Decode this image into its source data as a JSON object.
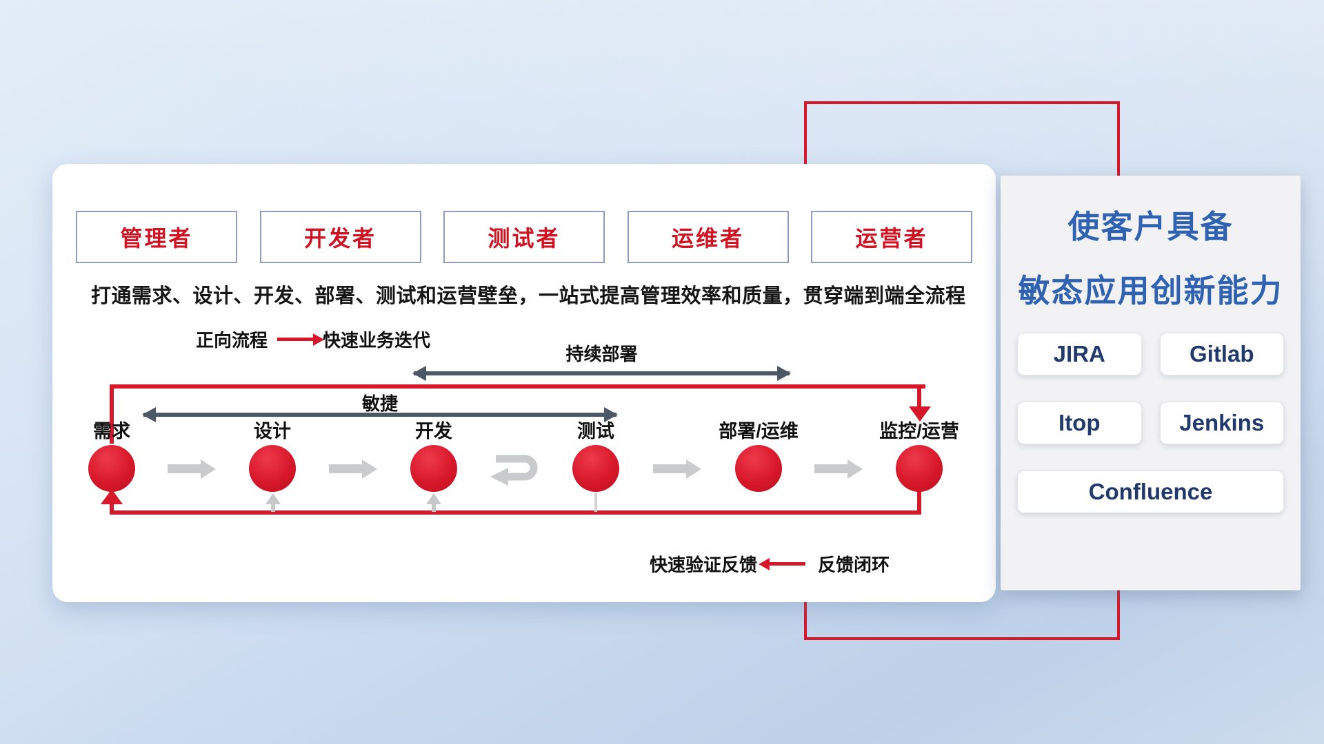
{
  "card": {
    "roles": [
      "管理者",
      "开发者",
      "测试者",
      "运维者",
      "运营者"
    ],
    "subtitle": "打通需求、设计、开发、部署、测试和运营壁垒，一站式提高管理效率和质量，贯穿端到端全流程",
    "forward_legend": {
      "label": "正向流程",
      "value": "快速业务迭代"
    },
    "feedback_legend": {
      "label": "快速验证反馈",
      "value": "反馈闭环"
    },
    "span_arrows": {
      "continuous_deploy": "持续部署",
      "agile": "敏捷"
    },
    "nodes": [
      "需求",
      "设计",
      "开发",
      "测试",
      "部署/运维",
      "监控/运营"
    ]
  },
  "right_panel": {
    "title_line1": "使客户具备",
    "title_line2": "敏态应用创新能力",
    "tools": [
      "JIRA",
      "Gitlab",
      "Itop",
      "Jenkins",
      "Confluence"
    ]
  },
  "colors": {
    "accent_red": "#d7182a",
    "role_text_red": "#cf1322",
    "title_blue": "#2f62b0",
    "tool_text_navy": "#22396b",
    "dark_arrow": "#4d5866",
    "gray_arrow": "#c9cacc"
  }
}
